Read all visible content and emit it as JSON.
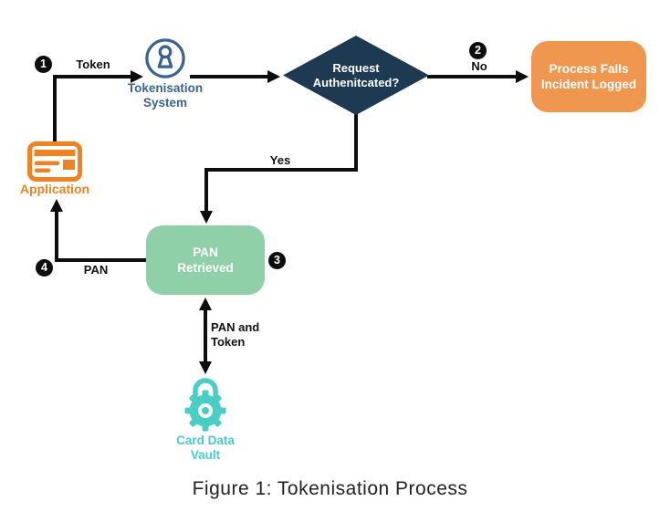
{
  "colors": {
    "decision_navy": "#1d3a52",
    "process_fails_orange": "#f0974f",
    "pan_retrieved_green": "#8fd0a8",
    "application_orange": "#f08221",
    "tokenisation_blue": "#3a648f",
    "vault_teal": "#49cdc5",
    "connector_black": "#0d0d0d"
  },
  "diagram": {
    "caption": "Figure 1: Tokenisation Process",
    "nodes": {
      "application": {
        "label": "Application"
      },
      "tokenisation_system": {
        "label": "Tokenisation\nSystem"
      },
      "decision": {
        "label": "Request\nAuthenitcated?"
      },
      "process_fails": {
        "label": "Process Falls\nIncident Logged"
      },
      "pan_retrieved": {
        "label": "PAN\nRetrieved"
      },
      "card_data_vault": {
        "label": "Card Data\nVault"
      }
    },
    "edges": {
      "token": {
        "badge": "1",
        "label": "Token"
      },
      "no": {
        "badge": "2",
        "label": "No"
      },
      "yes": {
        "label": "Yes"
      },
      "pan_retrieved_step": {
        "badge": "3"
      },
      "pan": {
        "badge": "4",
        "label": "PAN"
      },
      "pan_and_token": {
        "label": "PAN and\nToken"
      }
    }
  }
}
